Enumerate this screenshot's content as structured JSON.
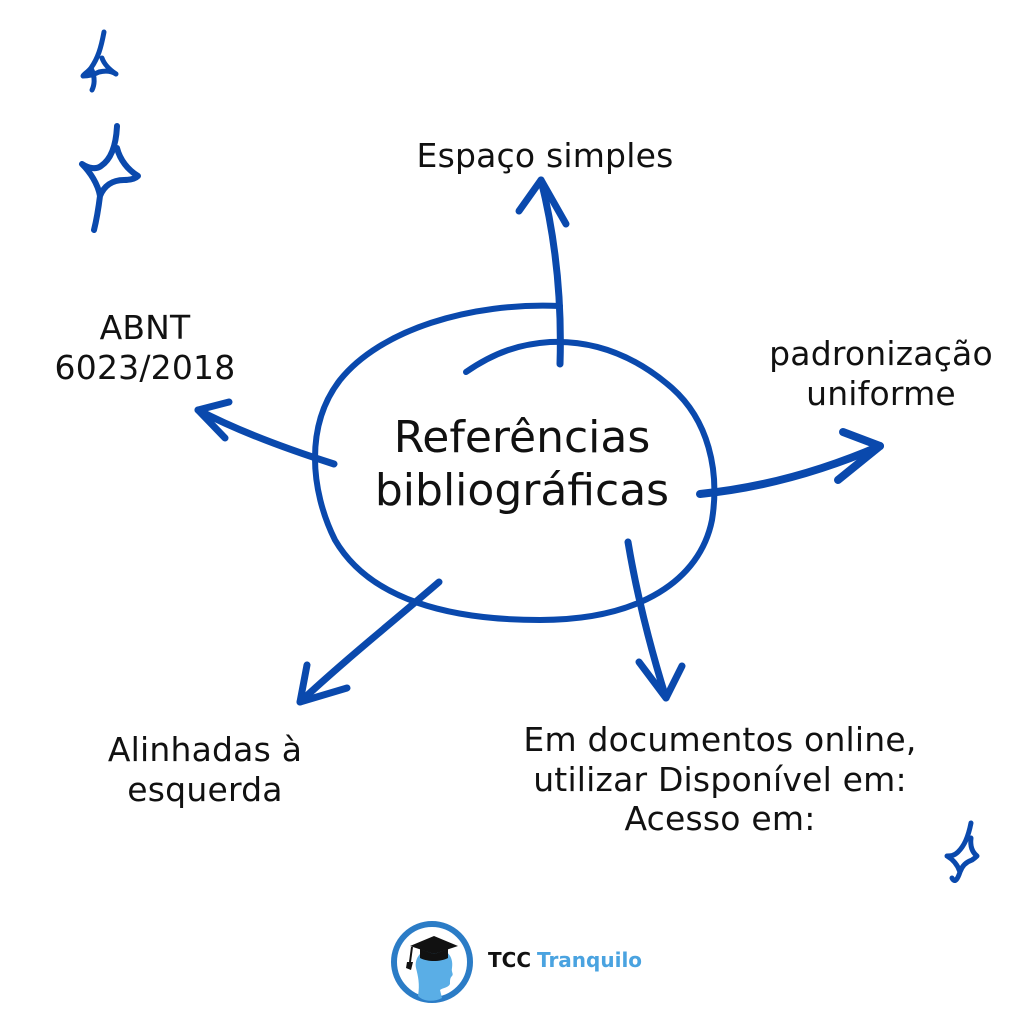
{
  "diagram": {
    "type": "mind-map",
    "center": {
      "lines": [
        "Referências",
        "bibliográficas"
      ]
    },
    "branches": [
      {
        "id": "top",
        "lines": [
          "Espaço simples"
        ],
        "direction": "up"
      },
      {
        "id": "right",
        "lines": [
          "padronização",
          "uniforme"
        ],
        "direction": "right"
      },
      {
        "id": "left",
        "lines": [
          "ABNT",
          "6023/2018"
        ],
        "direction": "up-left"
      },
      {
        "id": "bottom-left",
        "lines": [
          "Alinhadas à",
          "esquerda"
        ],
        "direction": "down-left"
      },
      {
        "id": "bottom-right",
        "lines": [
          "Em documentos online,",
          "utilizar Disponível em:",
          "Acesso em:"
        ],
        "direction": "down"
      }
    ],
    "decorations": [
      "sparkle-icon",
      "sparkle-icon",
      "sparkle-icon"
    ]
  },
  "logo": {
    "brand_part1": "TCC",
    "brand_part2": "Tranquilo",
    "icon": "graduate-head-icon"
  },
  "colors": {
    "stroke": "#0a49ad",
    "text": "#111111",
    "logo_accent": "#4aa3e0",
    "background": "#ffffff"
  }
}
